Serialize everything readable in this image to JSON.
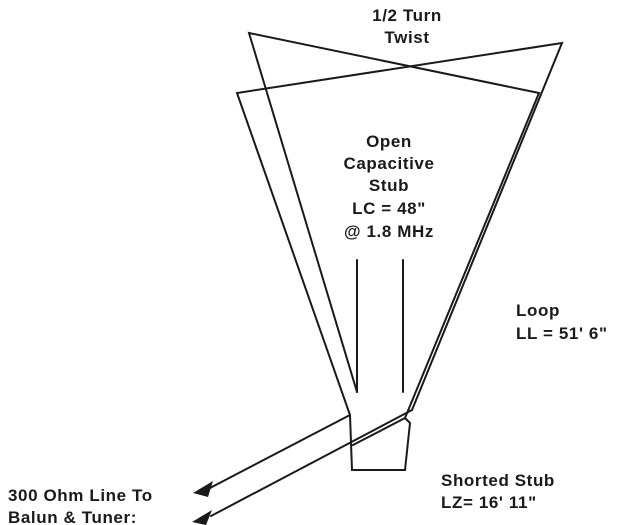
{
  "labels": {
    "twist_line1": "1/2 Turn",
    "twist_line2": "Twist",
    "open_stub_line1": "Open",
    "open_stub_line2": "Capacitive",
    "open_stub_line3": "Stub",
    "open_stub_line4": "LC = 48\"",
    "open_stub_line5": "@ 1.8 MHz",
    "loop_line1": "Loop",
    "loop_line2": "LL = 51' 6\"",
    "shorted_stub_line1": "Shorted Stub",
    "shorted_stub_line2": "LZ= 16' 11\"",
    "feed_line1": "300 Ohm Line To",
    "feed_line2": "Balun & Tuner:"
  },
  "colors": {
    "ink": "#1a1a1a",
    "background": "#ffffff"
  }
}
